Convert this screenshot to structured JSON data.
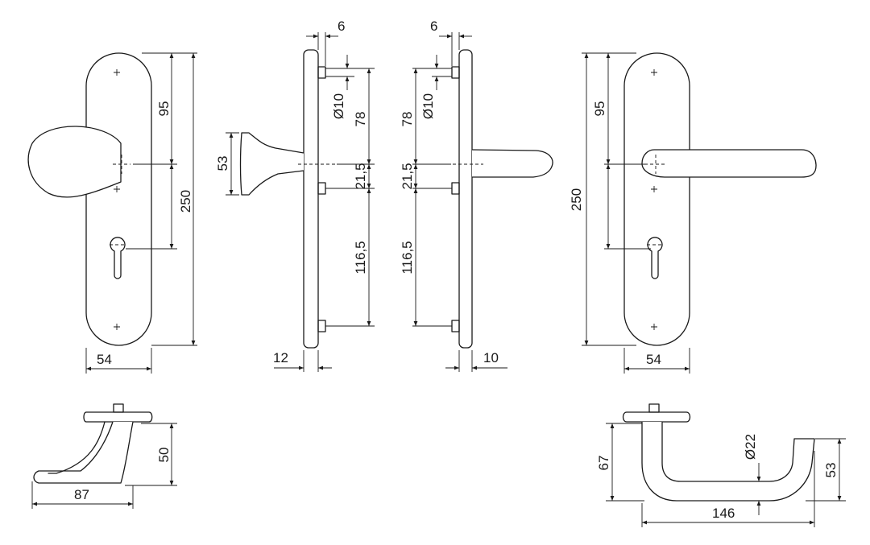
{
  "dimensions": {
    "front_left": {
      "height_top_to_handle": "95",
      "overall_height": "250",
      "width": "54"
    },
    "side_left": {
      "top_offset": "6",
      "hole_diameter": "Ø10",
      "top_hole_to_handle": "78",
      "handle_to_second_hole": "21,5",
      "second_hole_to_bottom_hole": "116,5",
      "knob_diameter": "53",
      "plate_thickness": "12"
    },
    "side_right": {
      "top_offset": "6",
      "hole_diameter": "Ø10",
      "top_hole_to_handle": "78",
      "handle_to_second_hole": "21,5",
      "second_hole_to_bottom_hole": "116,5",
      "plate_thickness": "10"
    },
    "front_right": {
      "height_top_to_handle": "95",
      "overall_height": "250",
      "width": "54"
    },
    "knob_top": {
      "height": "50",
      "length": "87"
    },
    "lever_top": {
      "height": "67",
      "tube_diameter": "Ø22",
      "return_height": "53",
      "length": "146"
    }
  }
}
